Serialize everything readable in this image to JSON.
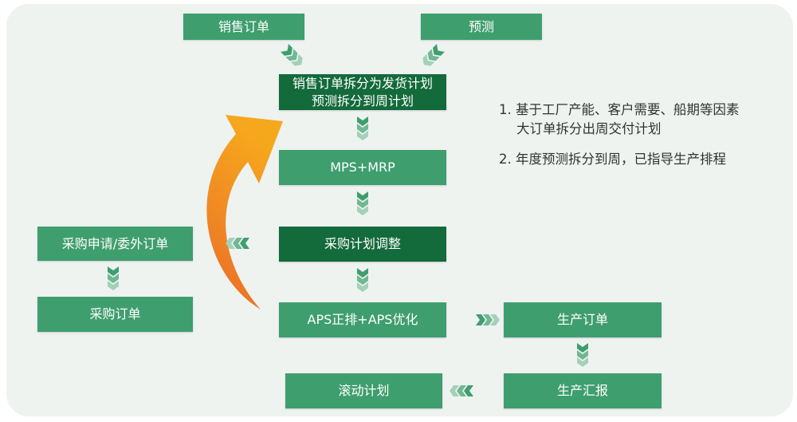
{
  "boxes": {
    "sales_order": "销售订单",
    "forecast": "预测",
    "split_line1": "销售订单拆分为发货计划",
    "split_line2": "预测拆分到周计划",
    "mps_mrp": "MPS+MRP",
    "purchase_plan_adjust": "采购计划调整",
    "aps": "APS正排+APS优化",
    "production_order": "生产订单",
    "production_report": "生产汇报",
    "rolling_plan": "滚动计划",
    "purchase_request": "采购申请/委外订单",
    "purchase_order": "采购订单"
  },
  "notes": [
    {
      "line1": "1. 基于工厂产能、客户需要、船期等因素",
      "line2": "大订单拆分出周交付计划"
    },
    {
      "line1": "2. 年度预测拆分到周，已指导生产排程"
    }
  ],
  "colors": {
    "green": "#3f9e6e",
    "dark_green": "#136a3a",
    "orange": "#f39a1e"
  }
}
